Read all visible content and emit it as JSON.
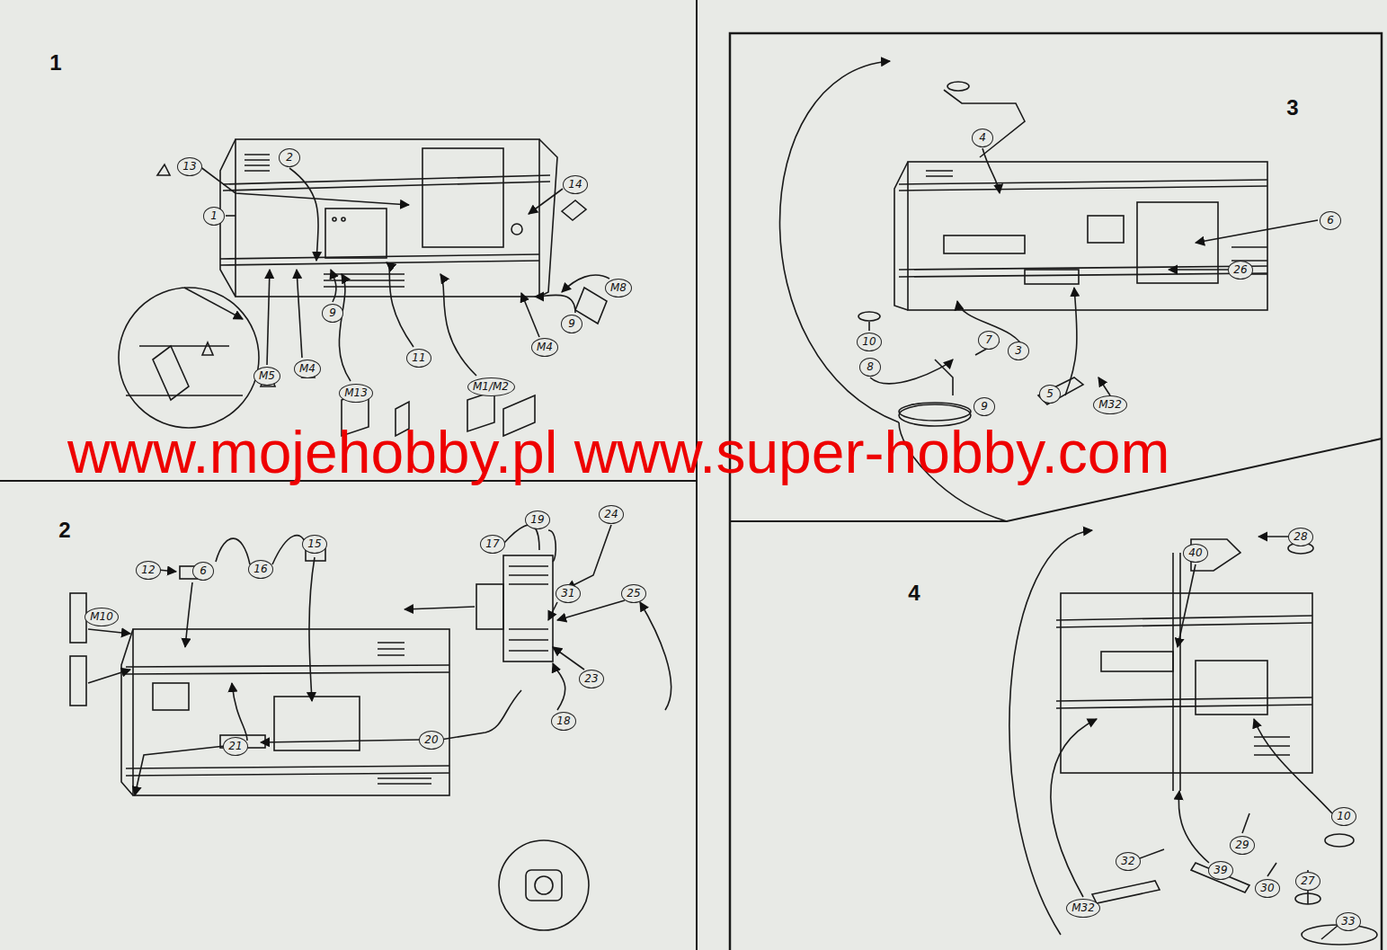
{
  "diagram": {
    "nodes": [
      {
        "text": [
          "1"
        ]
      },
      {
        "text": [
          "2"
        ],
        "in": 0
      },
      {
        "text": [
          "13"
        ],
        "in": 0
      },
      {
        "text": [
          "14"
        ],
        "in": 0
      },
      {
        "text": [
          "1"
        ],
        "in": 0
      },
      {
        "text": [
          "9"
        ],
        "in": 0
      },
      {
        "text": [
          "M5"
        ],
        "in": 0
      },
      {
        "text": [
          "M4"
        ],
        "in": 0
      },
      {
        "text": [
          "M13"
        ],
        "in": 0
      },
      {
        "text": [
          "11"
        ],
        "in": 0
      },
      {
        "text": [
          "M1/M2"
        ],
        "in": 0
      },
      {
        "text": [
          "M4"
        ],
        "in": 0
      },
      {
        "text": [
          "9"
        ],
        "in": 0
      },
      {
        "text": [
          "M8"
        ],
        "in": 0
      },
      {
        "text": [
          "2"
        ]
      },
      {
        "text": [
          "12"
        ],
        "in": 14
      },
      {
        "text": [
          "6"
        ],
        "in": 14
      },
      {
        "text": [
          "16"
        ],
        "in": 14
      },
      {
        "text": [
          "15"
        ],
        "in": 14
      },
      {
        "text": [
          "M10"
        ],
        "in": 14
      },
      {
        "text": [
          "17"
        ],
        "in": 14
      },
      {
        "text": [
          "19"
        ],
        "in": 14
      },
      {
        "text": [
          "24"
        ],
        "in": 14
      },
      {
        "text": [
          "25"
        ],
        "in": 14
      },
      {
        "text": [
          "31"
        ],
        "in": 14
      },
      {
        "text": [
          "23"
        ],
        "in": 14
      },
      {
        "text": [
          "18"
        ],
        "in": 14
      },
      {
        "text": [
          "20"
        ],
        "in": 14
      },
      {
        "text": [
          "21"
        ],
        "in": 14
      },
      {
        "text": [
          "3"
        ]
      },
      {
        "text": [
          "4"
        ],
        "in": 29
      },
      {
        "text": [
          "6"
        ],
        "in": 29
      },
      {
        "text": [
          "26"
        ],
        "in": 29
      },
      {
        "text": [
          "10"
        ],
        "in": 29
      },
      {
        "text": [
          "8"
        ],
        "in": 29
      },
      {
        "text": [
          "7"
        ],
        "in": 29
      },
      {
        "text": [
          "3"
        ],
        "in": 29
      },
      {
        "text": [
          "5"
        ],
        "in": 29
      },
      {
        "text": [
          "M32"
        ],
        "in": 29
      },
      {
        "text": [
          "9"
        ],
        "in": 29
      },
      {
        "text": [
          "4"
        ]
      },
      {
        "text": [
          "28"
        ],
        "in": 40
      },
      {
        "text": [
          "40"
        ],
        "in": 40
      },
      {
        "text": [
          "10"
        ],
        "in": 40
      },
      {
        "text": [
          "29"
        ],
        "in": 40
      },
      {
        "text": [
          "30"
        ],
        "in": 40
      },
      {
        "text": [
          "27"
        ],
        "in": 40
      },
      {
        "text": [
          "33"
        ],
        "in": 40
      },
      {
        "text": [
          "39"
        ],
        "in": 40
      },
      {
        "text": [
          "32"
        ],
        "in": 40
      },
      {
        "text": [
          "M32"
        ],
        "in": 40
      }
    ],
    "labels": [
      "www.mojehobby.pl www.super-hobby.com"
    ]
  }
}
